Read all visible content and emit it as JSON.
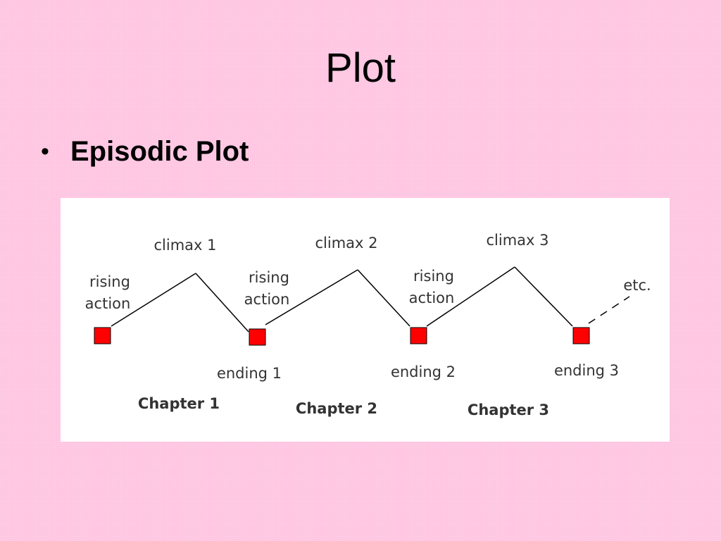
{
  "slide": {
    "title": "Plot",
    "bullet": "Episodic Plot"
  },
  "diagram": {
    "labels": {
      "climax_1": "climax 1",
      "climax_2": "climax 2",
      "climax_3": "climax 3",
      "rising_1_a": "rising",
      "rising_1_b": "action",
      "rising_2_a": "rising",
      "rising_2_b": "action",
      "rising_3_a": "rising",
      "rising_3_b": "action",
      "ending_1": "ending 1",
      "ending_2": "ending 2",
      "ending_3": "ending 3",
      "etc": "etc.",
      "chapter_1": "Chapter 1",
      "chapter_2": "Chapter 2",
      "chapter_3": "Chapter 3"
    },
    "colors": {
      "marker_fill": "#ff0000",
      "marker_stroke": "#000000",
      "line": "#000000",
      "panel_background": "#ffffff",
      "slide_background": "#ffc4e1"
    }
  }
}
